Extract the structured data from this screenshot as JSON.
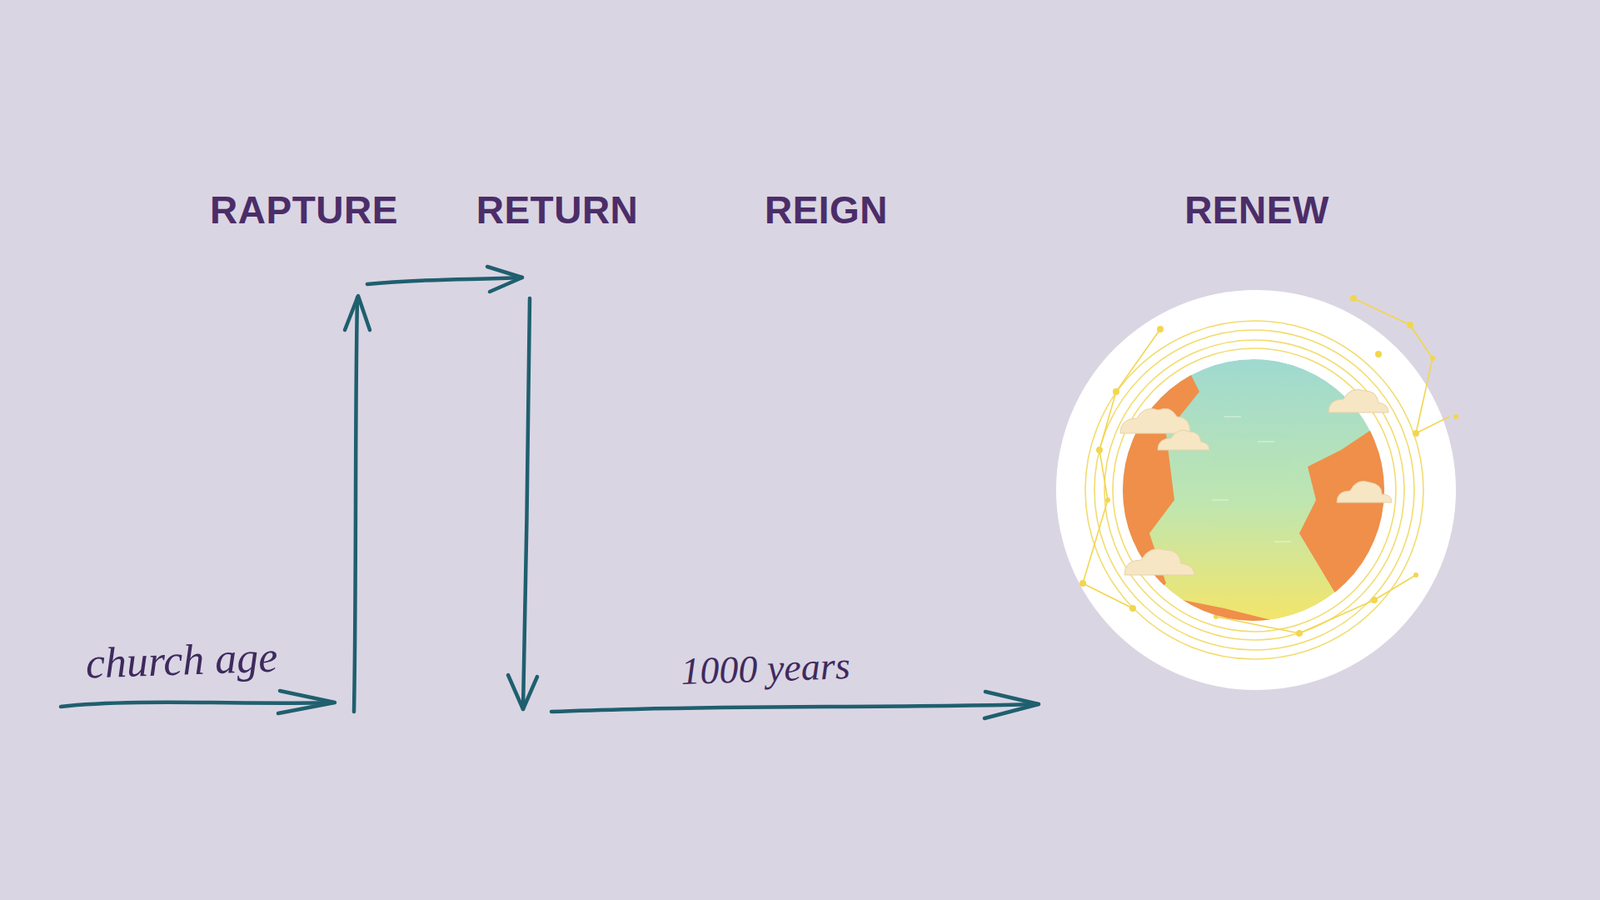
{
  "diagram": {
    "labels": [
      "RAPTURE",
      "RETURN",
      "REIGN",
      "RENEW",
      "church age",
      "1000 years"
    ]
  }
}
